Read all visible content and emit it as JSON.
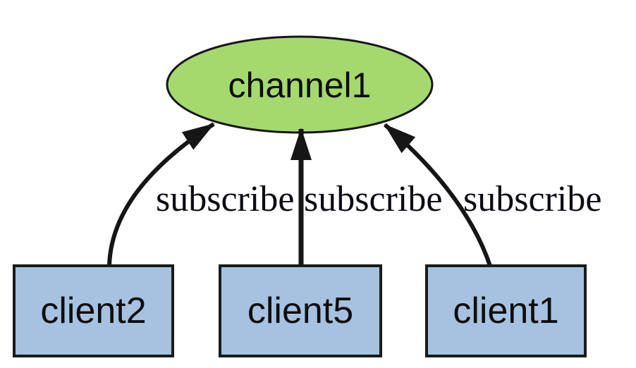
{
  "diagram": {
    "channel": {
      "label": "channel1",
      "shape": "ellipse"
    },
    "clients": [
      {
        "label": "client2",
        "shape": "box"
      },
      {
        "label": "client5",
        "shape": "box"
      },
      {
        "label": "client1",
        "shape": "box"
      }
    ],
    "edges": [
      {
        "from": "client2",
        "to": "channel1",
        "label": "subscribe"
      },
      {
        "from": "client5",
        "to": "channel1",
        "label": "subscribe"
      },
      {
        "from": "client1",
        "to": "channel1",
        "label": "subscribe"
      }
    ],
    "colors": {
      "background": "#ffffff",
      "channel_fill": "#a5d96e",
      "channel_stroke": "#161616",
      "client_fill": "#a6c2e0",
      "client_stroke": "#1a1a1a",
      "edge_stroke": "#161616",
      "text": "#0e0e0e"
    }
  }
}
